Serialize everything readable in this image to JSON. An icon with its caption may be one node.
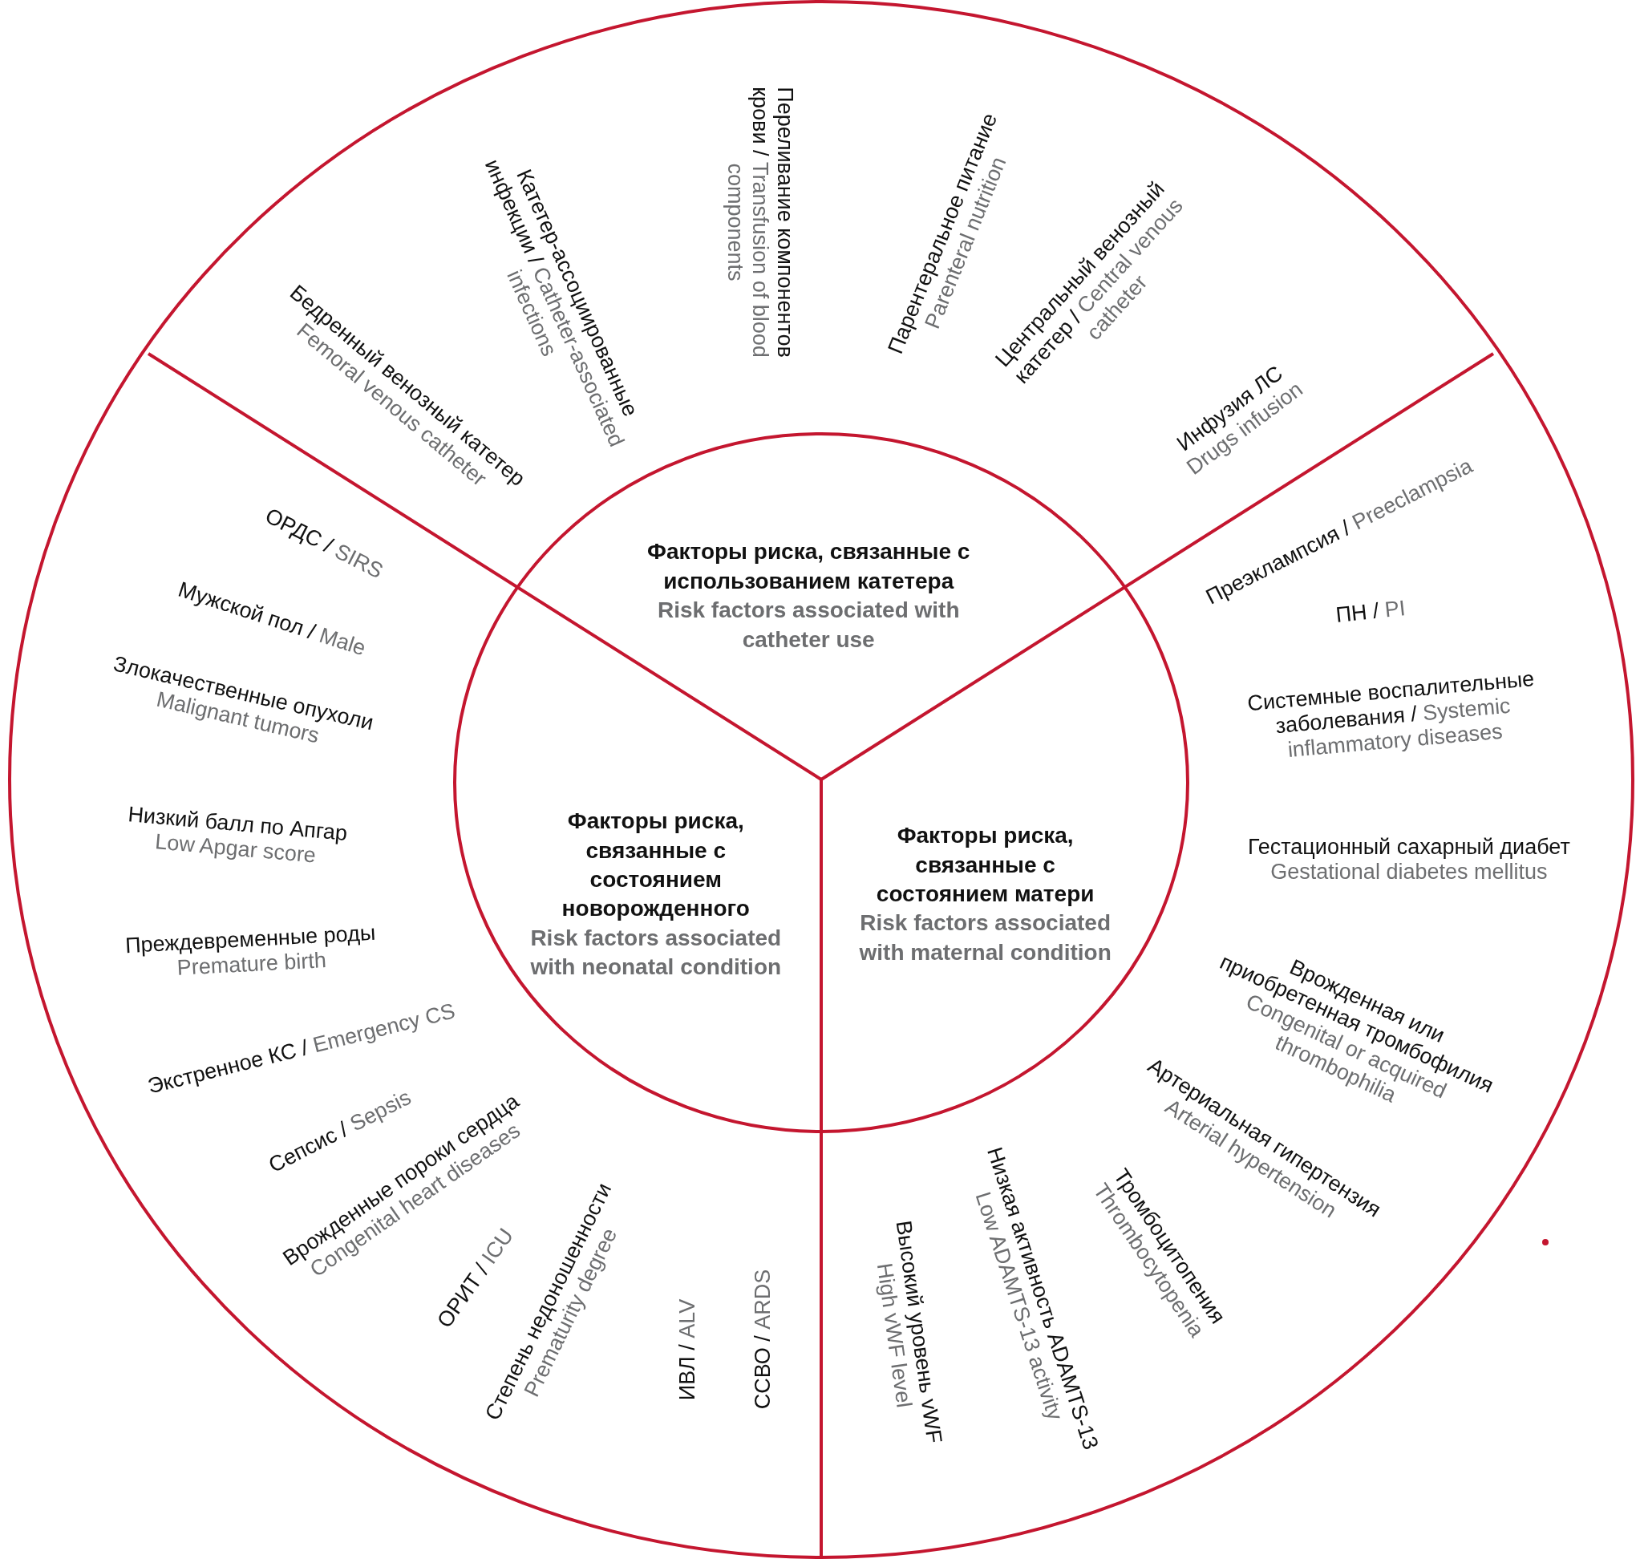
{
  "diagram": {
    "nodes": [
      {
        "text": [
          "Факторы риска, связанные с использованием катетера",
          "Risk factors associated with catheter use"
        ]
      },
      {
        "text": [
          "Факторы риска, связанные с состоянием новорожденного",
          "Risk factors associated with neonatal condition"
        ]
      },
      {
        "text": [
          "Факторы риска, связанные с состоянием матери",
          "Risk factors associated with maternal condition"
        ]
      }
    ],
    "labels": [
      "Бедренный венозный катетер",
      "Femoral venous catheter",
      "Катетер-ассоциированные инфекции /",
      "Catheter-associated infections",
      "Переливание компонентов крови /",
      "Transfusion of blood components",
      "Парентеральное питание",
      "Parenteral nutrition",
      "Центральный венозный катетер /",
      "Central venous catheter",
      "Инфузия ЛС",
      "Drugs infusion",
      "Преэклампсия /",
      "Preeclampsia",
      "ПН /",
      "PI",
      "Системные воспалительные заболевания /",
      "Systemic inflammatory diseases",
      "Гестационный сахарный диабет",
      "Gestational diabetes mellitus",
      "Врожденная или приобретенная тромбофилия",
      "Congenital or acquired thrombophilia",
      "Артериальная гипертензия",
      "Arterial hypertension",
      "Тромбоцитопения",
      "Thrombocytopenia",
      "Высокий уровень vWF",
      "High vWF level",
      "Низкая активность ADAMTS-13",
      "Low ADAMTS-13 activity",
      "ИВЛ /",
      "ALV",
      "ССВО /",
      "ARDS",
      "Степень недоношенности",
      "Prematurity degree",
      "ОРИТ /",
      "ICU",
      "Врожденные пороки сердца",
      "Congenital heart diseases",
      "Сепсис /",
      "Sepsis",
      "Экстренное КС /",
      "Emergency CS",
      "Преждевременные роды",
      "Premature birth",
      "Низкий балл по Апгар",
      "Low Apgar score",
      "Злокачественные опухоли",
      "Malignant tumors",
      "Мужской пол /",
      "Male",
      "ОРДС /",
      "SIRS"
    ]
  }
}
